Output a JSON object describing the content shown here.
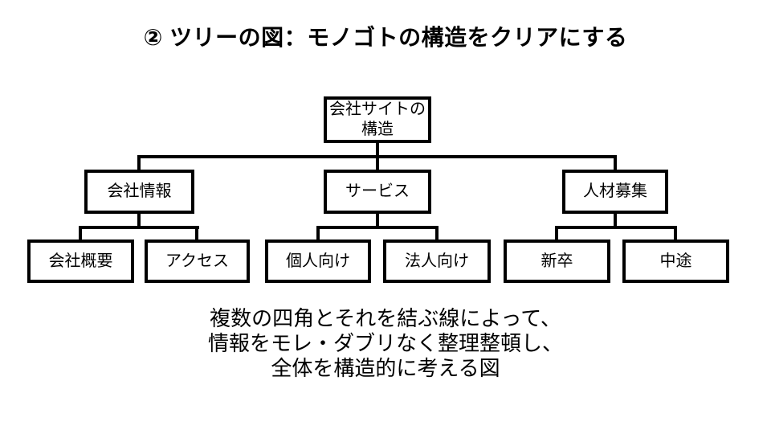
{
  "title": "② ツリーの図：モノゴトの構造をクリアにする",
  "colors": {
    "background": "#ffffff",
    "line": "#000000",
    "text": "#000000"
  },
  "tree": {
    "root": {
      "label": "会社サイトの\n構造"
    },
    "branches": [
      {
        "label": "会社情報",
        "children": [
          {
            "label": "会社概要"
          },
          {
            "label": "アクセス"
          }
        ]
      },
      {
        "label": "サービス",
        "children": [
          {
            "label": "個人向け"
          },
          {
            "label": "法人向け"
          }
        ]
      },
      {
        "label": "人材募集",
        "children": [
          {
            "label": "新卒"
          },
          {
            "label": "中途"
          }
        ]
      }
    ]
  },
  "caption": {
    "line1": "複数の四角とそれを結ぶ線によって、",
    "line2": "情報をモレ・ダブリなく整理整頓し、",
    "line3": "全体を構造的に考える図"
  }
}
